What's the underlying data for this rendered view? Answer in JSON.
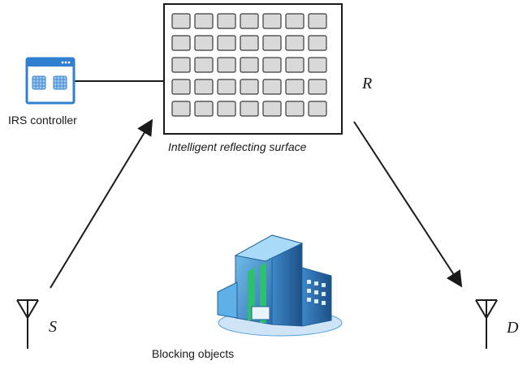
{
  "labels": {
    "irs_controller": "IRS controller",
    "irs": "Intelligent reflecting surface",
    "node_r": "R",
    "node_s": "S",
    "node_d": "D",
    "blocking": "Blocking objects"
  },
  "irs_grid": {
    "rows": 5,
    "cols": 7
  },
  "colors": {
    "line": "#1a1a1a",
    "element_fill": "#d9d9d9",
    "element_stroke": "#3a3a3a",
    "controller_blue": "#2f80d1",
    "building_blue": "#4aa3df",
    "building_dark": "#1f5f99",
    "glass_green": "#2fbf71"
  },
  "icons": {
    "controller": "irs-controller-icon",
    "antenna": "antenna-icon",
    "building": "building-icon"
  }
}
